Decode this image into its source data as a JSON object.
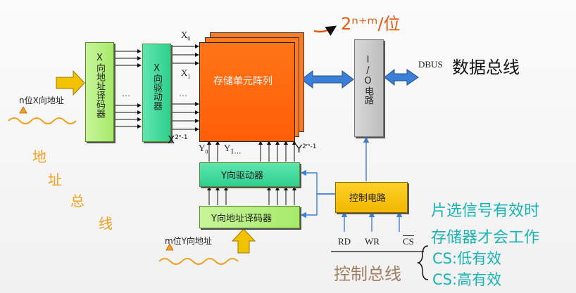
{
  "labels": {
    "x_addr_input": "n位X向地址",
    "x_decoder": "X向地址译码器",
    "x_driver": "X向驱动器",
    "x0": "X",
    "x0_sub": "0",
    "x1": "X",
    "x1_sub": "1",
    "x_last": "X",
    "x_last_sup": "2ⁿ-1",
    "dots": "…",
    "memory_array": "存储单元阵列",
    "io_circuit": "I/O电路",
    "dbus": "DBUS",
    "y0": "Y",
    "y0_sub": "0",
    "y1": "Y",
    "y1_sub": "1…",
    "y_last": "Y",
    "y_last_sup": "2ᵐ-1",
    "y_driver": "Y向驱动器",
    "y_decoder": "Y向地址译码器",
    "y_addr_input": "m位Y向地址",
    "control_circuit": "控制电路",
    "rd": "RD",
    "wr": "WR",
    "cs": "CS"
  },
  "annotations": {
    "bits_note": "2ⁿ⁺ᵐ/位",
    "data_bus": "数据总线",
    "addr_bus_1": "地",
    "addr_bus_2": "址",
    "addr_bus_3": "总",
    "addr_bus_4": "线",
    "control_bus": "控制总线",
    "cs_note_1": "片选信号有效时",
    "cs_note_2": "存储器才会工作",
    "cs_low": "CS:低有效",
    "cs_high": "CS:高有效"
  },
  "colors": {
    "green_box": "#a6ea6a",
    "orange_array": "#ff6a10",
    "blue_arrow": "#3c7fd6",
    "yellow_arrow": "#f2c200",
    "gray_io": "#c9c9c9",
    "hand_orange": "#f0a020",
    "hand_teal": "#19b3b3"
  }
}
